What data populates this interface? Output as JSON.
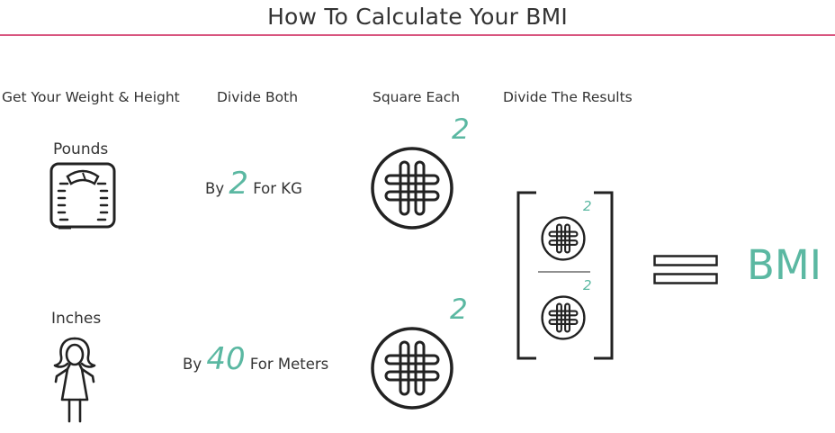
{
  "title": "How To Calculate Your BMI",
  "steps": [
    "Get Your Weight & Height",
    "Divide Both",
    "Square Each",
    "Divide The Results"
  ],
  "weight": {
    "unit_label": "Pounds",
    "divide_prefix": "By",
    "divisor": "2",
    "divide_suffix": "For KG",
    "icon": "scale-icon"
  },
  "height": {
    "unit_label": "Inches",
    "divide_prefix": "By",
    "divisor": "40",
    "divide_suffix": "For Meters",
    "icon": "person-icon"
  },
  "square": {
    "exponent": "2",
    "icon": "hash-icon"
  },
  "result": {
    "label": "BMI",
    "fraction_exponent_top": "2",
    "fraction_exponent_bottom": "2"
  },
  "colors": {
    "accent": "#5bb8a2",
    "rule": "#d8557f",
    "text": "#333333"
  }
}
